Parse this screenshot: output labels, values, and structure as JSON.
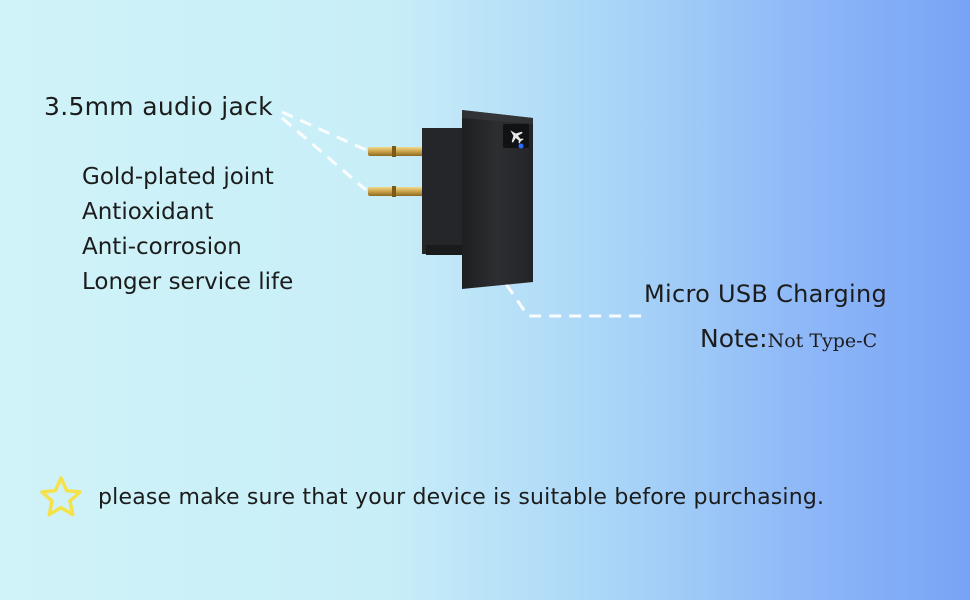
{
  "jack": {
    "title": "3.5mm audio jack",
    "features": [
      "Gold-plated joint",
      "Antioxidant",
      "Anti-corrosion",
      "Longer service life"
    ]
  },
  "usb": {
    "title": "Micro  USB Charging",
    "note_label": "Note:",
    "note_value": "Not Type-C"
  },
  "warning": {
    "text": "please make sure that your device is suitable before purchasing.",
    "icon": "star-icon"
  },
  "device": {
    "icon": "airplane-icon",
    "led_color": "#2f6bff"
  },
  "colors": {
    "star_outline": "#f5e24a",
    "device_body": "#2a2b2d",
    "pin_gold": "#c9a24a"
  }
}
